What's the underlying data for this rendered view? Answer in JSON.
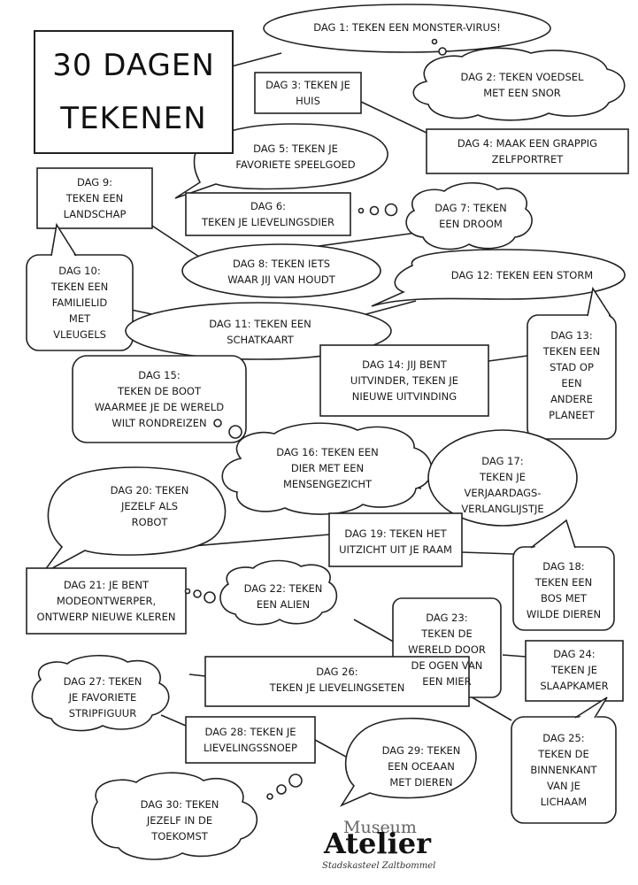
{
  "title": {
    "line1": "30 DAGEN",
    "line2": "TEKENEN"
  },
  "days": [
    "DAG 1: TEKEN EEN MONSTER-VIRUS!",
    "DAG 2: TEKEN VOEDSEL\nMET EEN SNOR",
    "DAG 3: TEKEN JE\nHUIS",
    "DAG 4: MAAK EEN GRAPPIG\nZELFPORTRET",
    "DAG 5: TEKEN JE\nFAVORIETE SPEELGOED",
    "DAG 6:\nTEKEN JE LIEVELINGSDIER",
    "DAG 7: TEKEN\nEEN DROOM",
    "DAG 8: TEKEN IETS\nWAAR JIJ VAN HOUDT",
    "DAG 9:\nTEKEN EEN\nLANDSCHAP",
    "DAG 10:\nTEKEN EEN\nFAMILIELID\nMET\nVLEUGELS",
    "DAG 11: TEKEN EEN\nSCHATKAART",
    "DAG 12: TEKEN EEN STORM",
    "DAG 13:\nTEKEN EEN\nSTAD OP\nEEN\nANDERE\nPLANEET",
    "DAG 14: JIJ BENT\nUITVINDER, TEKEN JE\nNIEUWE UITVINDING",
    "DAG 15:\nTEKEN DE BOOT\nWAARMEE JE DE WERELD\nWILT RONDREIZEN",
    "DAG 16: TEKEN EEN\nDIER MET EEN\nMENSENGEZICHT",
    "DAG 17:\nTEKEN JE\nVERJAARDAGS-\nVERLANGLIJSTJE",
    "DAG 18:\nTEKEN EEN\nBOS MET\nWILDE DIEREN",
    "DAG 19: TEKEN HET\nUITZICHT UIT JE RAAM",
    "DAG 20: TEKEN\nJEZELF ALS\nROBOT",
    "DAG 21: JE BENT\nMODEONTWERPER,\nONTWERP NIEUWE KLEREN",
    "DAG 22: TEKEN\nEEN ALIEN",
    "DAG 23:\nTEKEN DE\nWERELD DOOR\nDE OGEN VAN\nEEN MIER",
    "DAG 24:\nTEKEN JE\nSLAAPKAMER",
    "DAG 25:\nTEKEN DE\nBINNENKANT\nVAN JE\nLICHAAM",
    "DAG 26:\nTEKEN JE LIEVELINGSETEN",
    "DAG 27: TEKEN\nJE FAVORIETE\nSTRIPFIGUUR",
    "DAG 28: TEKEN JE\nLIEVELINGSSNOEP",
    "DAG 29: TEKEN\nEEN OCEAAN\nMET DIEREN",
    "DAG 30: TEKEN\nJEZELF IN DE\nTOEKOMST"
  ],
  "logo": {
    "line1": "Museum",
    "line2": "Atelier",
    "line3": "Stadskasteel Zaltbommel"
  }
}
